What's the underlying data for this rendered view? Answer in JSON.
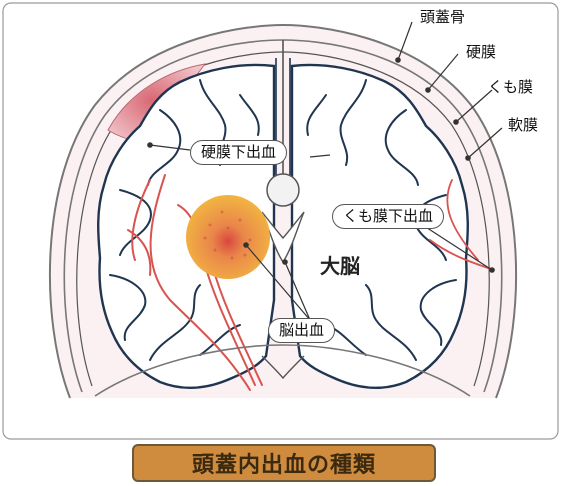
{
  "labels": {
    "skull": "頭蓋骨",
    "dura": "硬膜",
    "arachnoid": "くも膜",
    "pia": "軟膜",
    "subdural": "硬膜下出血",
    "subarachnoid": "くも膜下出血",
    "cerebrum": "大脳",
    "intracerebral": "脳出血"
  },
  "title": "頭蓋内出血の種類",
  "colors": {
    "skull_outline": "#777777",
    "membrane": "#1f3550",
    "brain_fill": "#ffffff",
    "meninges_tint": "#f6e6ea",
    "bleed_red": "#d9534f",
    "hemorrhage_yellow": "#f2b541",
    "title_bg": "#cf8b3e",
    "title_text": "#3b2a10"
  }
}
